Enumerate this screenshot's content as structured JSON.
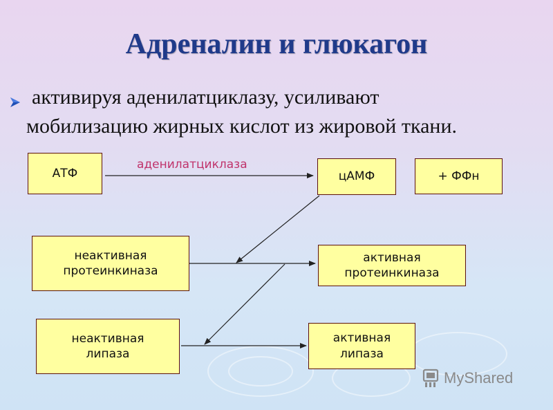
{
  "slide": {
    "title": "Адреналин и глюкагон",
    "bullet": {
      "line1": "активируя аденилатциклазу,  усиливают",
      "line2": "мобилизацию жирных кислот из жировой ткани."
    }
  },
  "diagram": {
    "enzyme_label": "аденилатциклаза",
    "nodes": {
      "atf": "АТФ",
      "camp": "цАМФ",
      "ffn": "+ ФФн",
      "inactive_pk_line1": "неактивная",
      "inactive_pk_line2": "протеинкиназа",
      "active_pk_line1": "активная",
      "active_pk_line2": "протеинкиназа",
      "inactive_lipase_line1": "неактивная",
      "inactive_lipase_line2": "липаза",
      "active_lipase_line1": "активная",
      "active_lipase_line2": "липаза"
    }
  },
  "watermark": {
    "text": "MyShared",
    "icon": "myshared-logo-icon"
  },
  "colors": {
    "title": "#1f3a8a",
    "box_fill": "#ffffa0",
    "box_border": "#5a1010",
    "enzyme_label": "#c0336b",
    "bullet": "#1f4fb5"
  }
}
